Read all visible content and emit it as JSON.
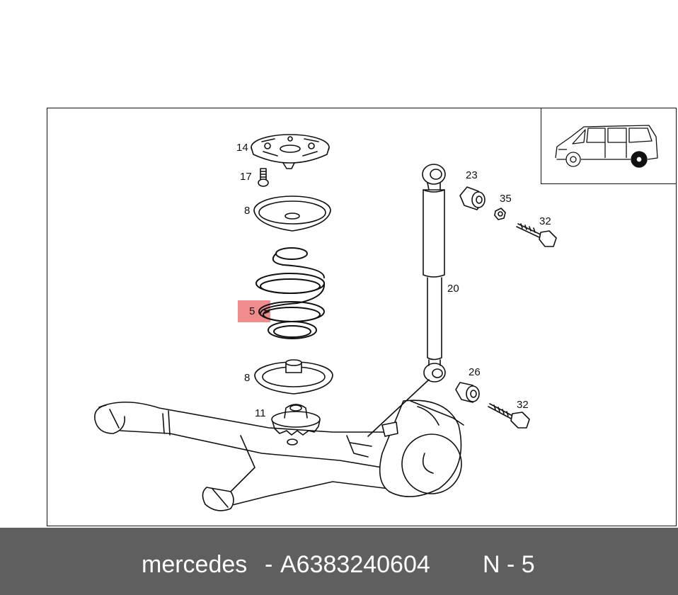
{
  "callouts": {
    "c14": "14",
    "c17": "17",
    "c8a": "8",
    "c5": "5",
    "c8b": "8",
    "c11": "11",
    "c23": "23",
    "c35": "35",
    "c32a": "32",
    "c20": "20",
    "c26": "26",
    "c32b": "32"
  },
  "highlight_color": "#f08080",
  "footer": {
    "brand": "mercedes",
    "separator": "-",
    "part_number": "A6383240604",
    "position": "N - 5"
  },
  "inset": {
    "icon": "minivan-icon"
  }
}
